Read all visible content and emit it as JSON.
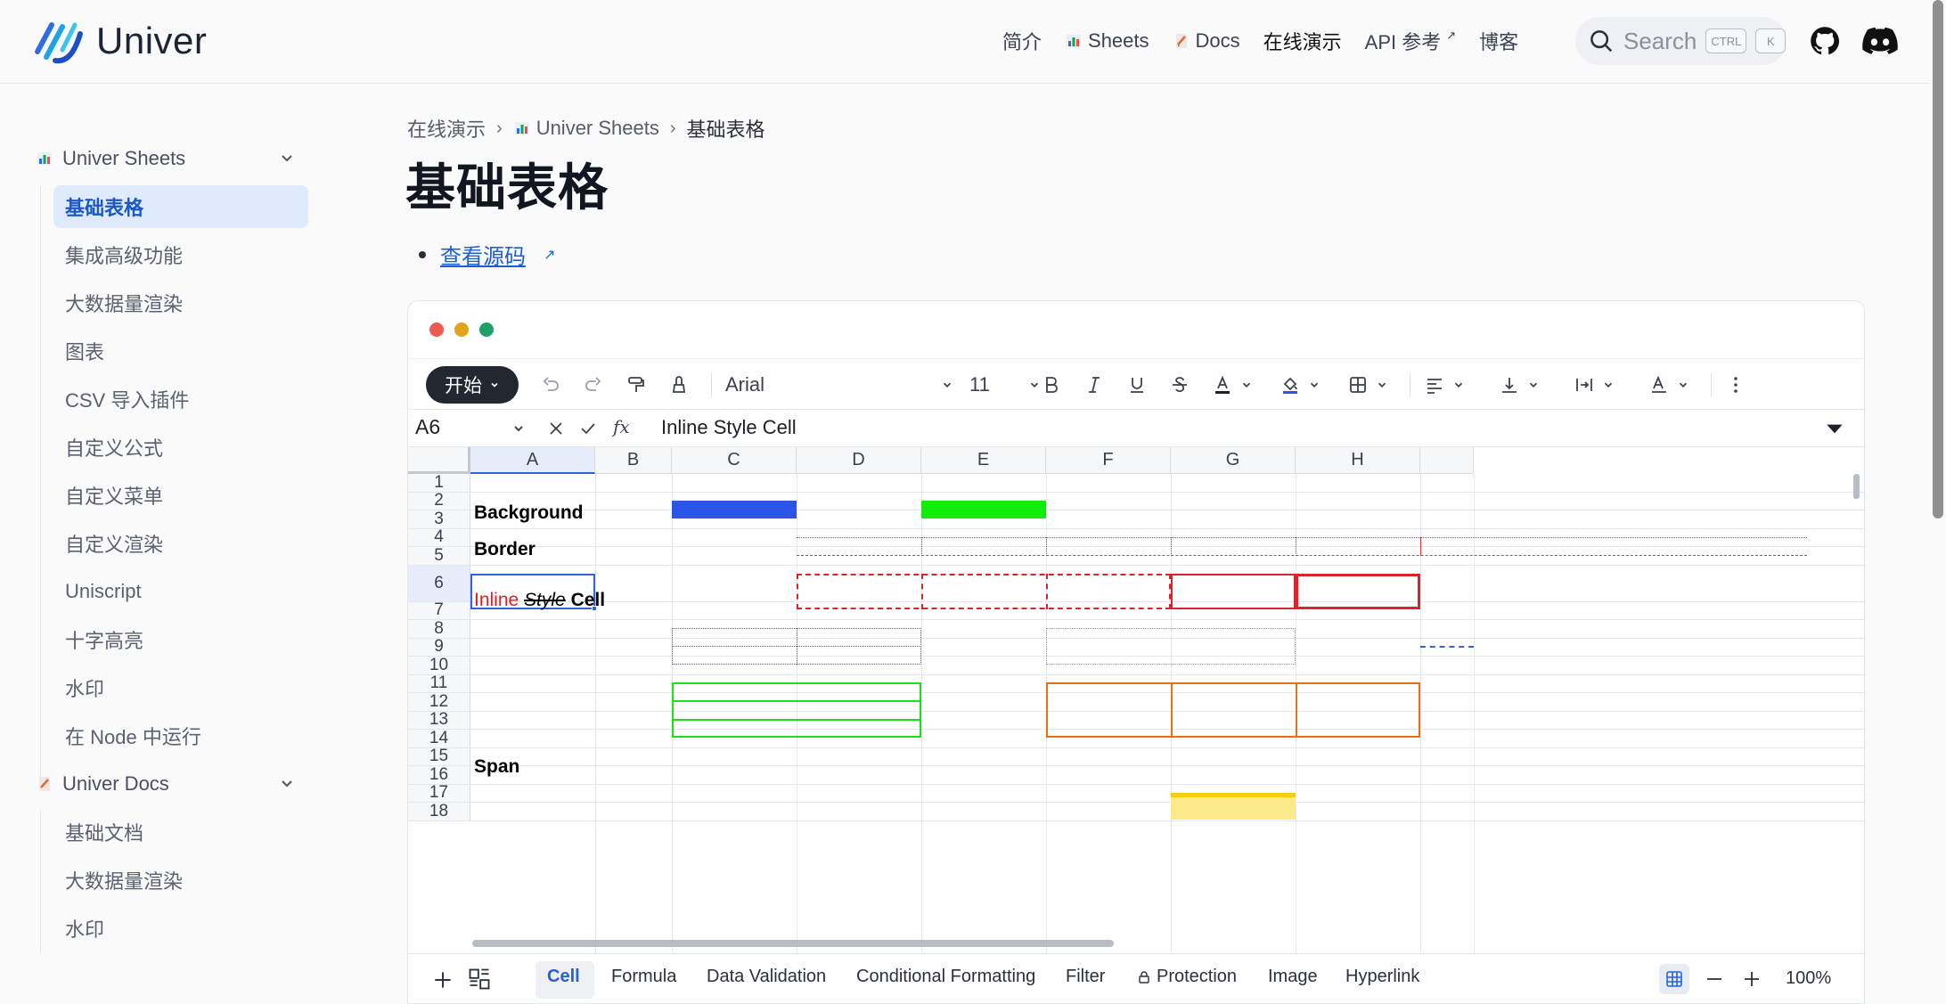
{
  "brand": {
    "name": "Univer"
  },
  "nav": {
    "links": [
      {
        "label": "简介"
      },
      {
        "label": "Sheets"
      },
      {
        "label": "Docs"
      },
      {
        "label": "在线演示"
      },
      {
        "label": "API 参考"
      },
      {
        "label": "博客"
      }
    ],
    "search": {
      "placeholder": "Search",
      "key1": "CTRL",
      "key2": "K"
    }
  },
  "sidebar": {
    "group1": "Univer Sheets",
    "items1": [
      "基础表格",
      "集成高级功能",
      "大数据量渲染",
      "图表",
      "CSV 导入插件",
      "自定义公式",
      "自定义菜单",
      "自定义渲染",
      "Uniscript",
      "十字高亮",
      "水印",
      "在 Node 中运行"
    ],
    "group2": "Univer Docs",
    "items2": [
      "基础文档",
      "大数据量渲染",
      "水印"
    ]
  },
  "breadcrumb": {
    "root": "在线演示",
    "section": "Univer Sheets",
    "current": "基础表格"
  },
  "page": {
    "title": "基础表格",
    "source_link": "查看源码"
  },
  "toolbar": {
    "start": "开始",
    "font": "Arial",
    "size": "11"
  },
  "formula": {
    "cell_ref": "A6",
    "value": "Inline Style Cell"
  },
  "grid": {
    "columns": [
      "A",
      "B",
      "C",
      "D",
      "E",
      "F",
      "G",
      "H"
    ],
    "rows": [
      "1",
      "2",
      "3",
      "4",
      "5",
      "6",
      "7",
      "8",
      "9",
      "10",
      "11",
      "12",
      "13",
      "14",
      "15",
      "16",
      "17",
      "18"
    ],
    "cells": {
      "a2": "Background",
      "a4": "Border",
      "a6_part1": "Inline",
      "a6_part2": "Style",
      "a6_part3": "Cell",
      "a15": "Span"
    },
    "colors": {
      "c2_fill": "#2b54e8",
      "e2_fill": "#11ec0b",
      "g18_fill": "#fbe98a",
      "inline_red": "#e01e1e"
    }
  },
  "sheetbar": {
    "tabs": [
      "Cell",
      "Formula",
      "Data Validation",
      "Conditional Formatting",
      "Filter",
      "Protection",
      "Image",
      "Hyperlink"
    ],
    "zoom": "100%"
  }
}
